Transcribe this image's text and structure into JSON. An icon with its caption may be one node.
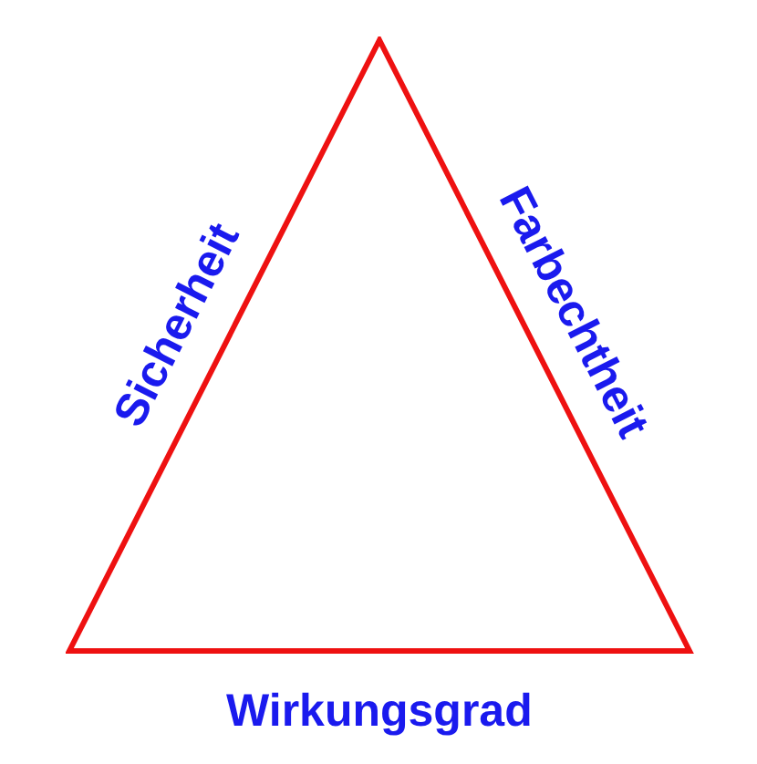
{
  "diagram": {
    "nodes": [
      {
        "text": [],
        "shape": "triangle",
        "beside": [
          "Sicherheit",
          "Farbechtheit",
          "Wirkungsgrad"
        ]
      }
    ]
  }
}
